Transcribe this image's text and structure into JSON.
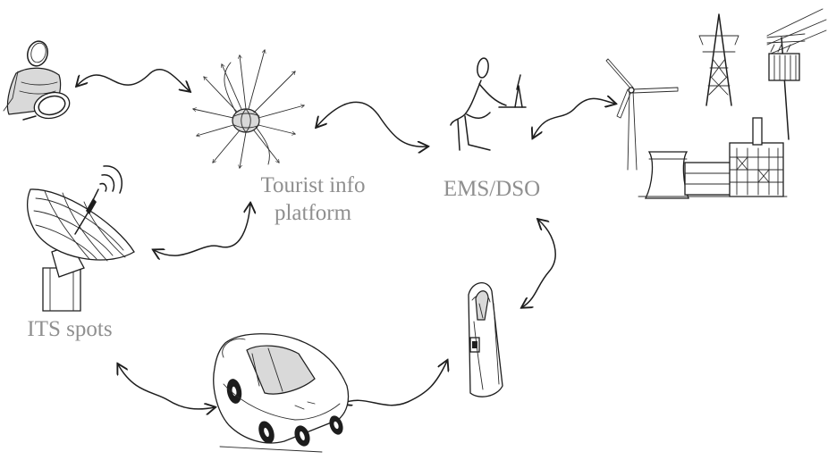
{
  "diagram": {
    "labels": {
      "tourist_line1": "Tourist info",
      "tourist_line2": "platform",
      "ems": "EMS/DSO",
      "its": "ITS spots"
    },
    "icons": {
      "tourist_user": "person-with-magnifier-sketch",
      "tourist_platform": "globe-with-radiating-arrows-sketch",
      "ems_operator": "person-at-desk-sketch",
      "energy_sources": "wind-turbine-power-plant-pylons-sketch",
      "its_spot": "satellite-dish-sketch",
      "vehicle": "electric-car-sketch",
      "charging_station": "charging-station-sketch"
    }
  }
}
